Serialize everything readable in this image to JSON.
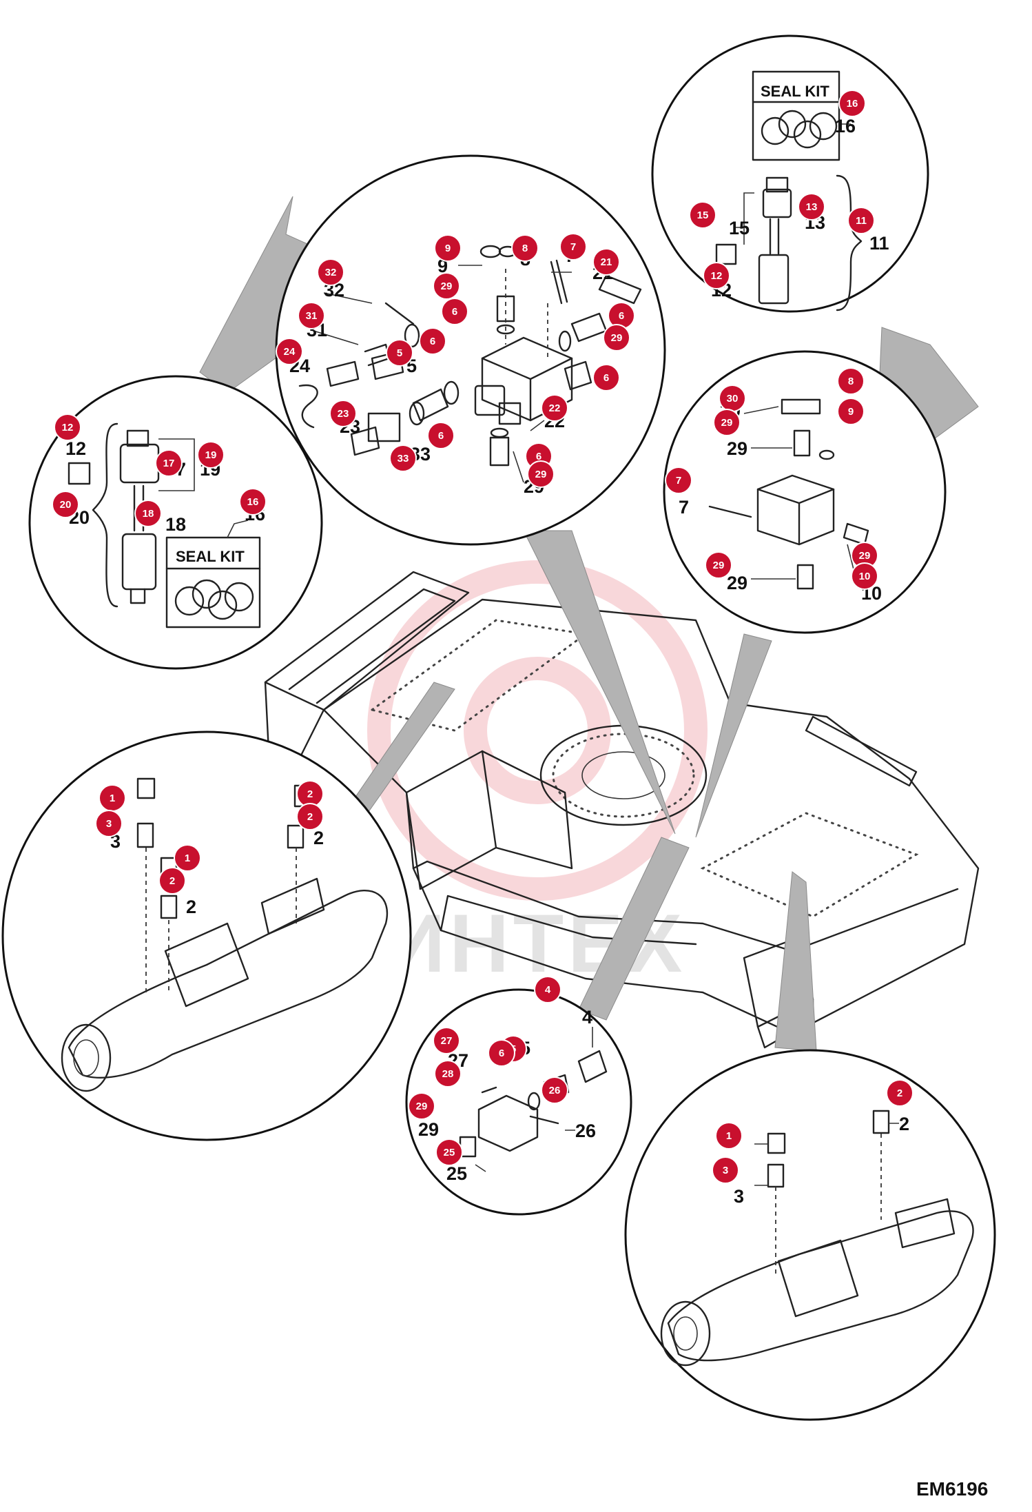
{
  "figure_code": "EM6196",
  "watermark_text": "ИНТЕХ",
  "seal_kit_label": "SEAL KIT",
  "colors": {
    "badge": "#c8102e",
    "pointer": "#b3b3b3",
    "watermark_gear": "#f6c9cd",
    "watermark_text": "#e3e3e3"
  },
  "parts": {
    "p1": "1",
    "p2": "2",
    "p3": "3",
    "p4": "4",
    "p5": "5",
    "p6": "6",
    "p7": "7",
    "p8": "8",
    "p9": "9",
    "p10": "10",
    "p11": "11",
    "p12": "12",
    "p13": "13",
    "p15": "15",
    "p16": "16",
    "p17": "17",
    "p18": "18",
    "p19": "19",
    "p20": "20",
    "p21": "21",
    "p22": "22",
    "p23": "23",
    "p24": "24",
    "p25": "25",
    "p26": "26",
    "p27": "27",
    "p28": "28",
    "p29": "29",
    "p30": "30",
    "p31": "31",
    "p32": "32",
    "p33": "33"
  }
}
